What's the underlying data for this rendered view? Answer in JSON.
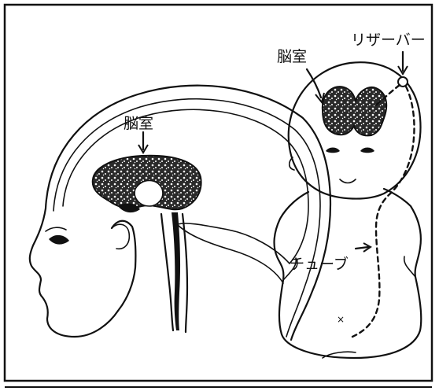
{
  "labels": {
    "brain_ventricle_left": "脳室",
    "brain_ventricle_right": "脳室",
    "reservoir": "リザーバー",
    "tube": "チューブ"
  }
}
